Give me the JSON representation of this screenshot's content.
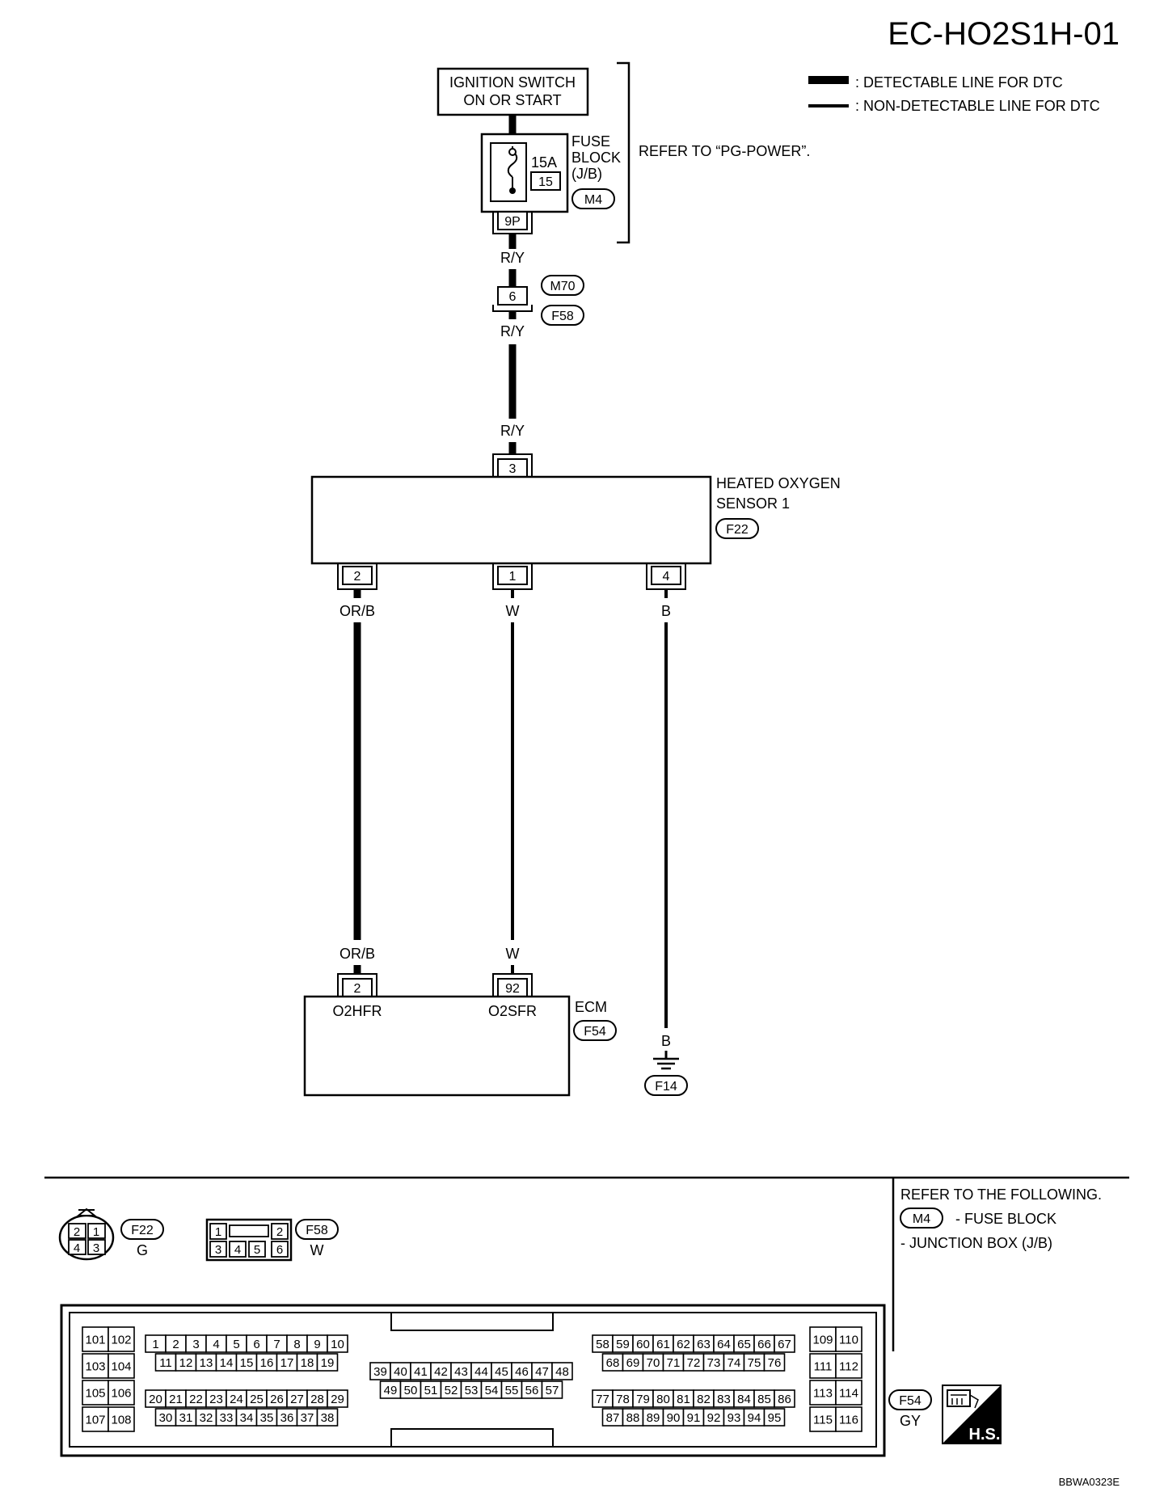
{
  "title": "EC-HO2S1H-01",
  "legend": {
    "detectable": ": DETECTABLE LINE FOR DTC",
    "non_detectable": ": NON-DETECTABLE LINE FOR DTC"
  },
  "ignition": {
    "line1": "IGNITION SWITCH",
    "line2": "ON OR START"
  },
  "fuse": {
    "amp": "15A",
    "number": "15",
    "label1": "FUSE",
    "label2": "BLOCK",
    "label3": "(J/B)",
    "connector": "M4",
    "terminal": "9P",
    "refer": "REFER TO “PG-POWER”."
  },
  "joint": {
    "pin": "6",
    "connector_top": "M70",
    "connector_bottom": "F58"
  },
  "wires": {
    "ry": "R/Y",
    "orb": "OR/B",
    "w": "W",
    "b": "B"
  },
  "sensor": {
    "line1": "HEATED OXYGEN",
    "line2": "SENSOR 1",
    "connector": "F22",
    "pin_top": "3",
    "pin_left": "2",
    "pin_mid": "1",
    "pin_right": "4"
  },
  "ecm": {
    "label": "ECM",
    "connector": "F54",
    "pin_left": "2",
    "pin_right": "92",
    "signal_left": "O2HFR",
    "signal_right": "O2SFR"
  },
  "ground": {
    "connector": "F14"
  },
  "connector_views": {
    "f22": {
      "id": "F22",
      "color": "G",
      "pins": [
        "2",
        "1",
        "4",
        "3"
      ]
    },
    "f58": {
      "id": "F58",
      "color": "W",
      "pins": [
        "1",
        "2",
        "3",
        "4",
        "5",
        "6"
      ]
    },
    "f54": {
      "id": "F54",
      "color": "GY"
    }
  },
  "refer_following": {
    "heading": "REFER TO THE FOLLOWING.",
    "connector": "M4",
    "item1": "- FUSE BLOCK",
    "item2": "- JUNCTION BOX (J/B)"
  },
  "ecm_pins": {
    "left_col": [
      [
        "101",
        "102"
      ],
      [
        "103",
        "104"
      ],
      [
        "105",
        "106"
      ],
      [
        "107",
        "108"
      ]
    ],
    "left_block": [
      [
        "1",
        "2",
        "3",
        "4",
        "5",
        "6",
        "7",
        "8",
        "9",
        "10"
      ],
      [
        "11",
        "12",
        "13",
        "14",
        "15",
        "16",
        "17",
        "18",
        "19"
      ],
      [
        "20",
        "21",
        "22",
        "23",
        "24",
        "25",
        "26",
        "27",
        "28",
        "29"
      ],
      [
        "30",
        "31",
        "32",
        "33",
        "34",
        "35",
        "36",
        "37",
        "38"
      ]
    ],
    "middle_block": [
      [
        "39",
        "40",
        "41",
        "42",
        "43",
        "44",
        "45",
        "46",
        "47",
        "48"
      ],
      [
        "49",
        "50",
        "51",
        "52",
        "53",
        "54",
        "55",
        "56",
        "57"
      ]
    ],
    "right_block": [
      [
        "58",
        "59",
        "60",
        "61",
        "62",
        "63",
        "64",
        "65",
        "66",
        "67"
      ],
      [
        "68",
        "69",
        "70",
        "71",
        "72",
        "73",
        "74",
        "75",
        "76"
      ],
      [
        "77",
        "78",
        "79",
        "80",
        "81",
        "82",
        "83",
        "84",
        "85",
        "86"
      ],
      [
        "87",
        "88",
        "89",
        "90",
        "91",
        "92",
        "93",
        "94",
        "95"
      ]
    ],
    "right_col": [
      [
        "109",
        "110"
      ],
      [
        "111",
        "112"
      ],
      [
        "113",
        "114"
      ],
      [
        "115",
        "116"
      ]
    ]
  },
  "hs_label": "H.S.",
  "code": "BBWA0323E"
}
